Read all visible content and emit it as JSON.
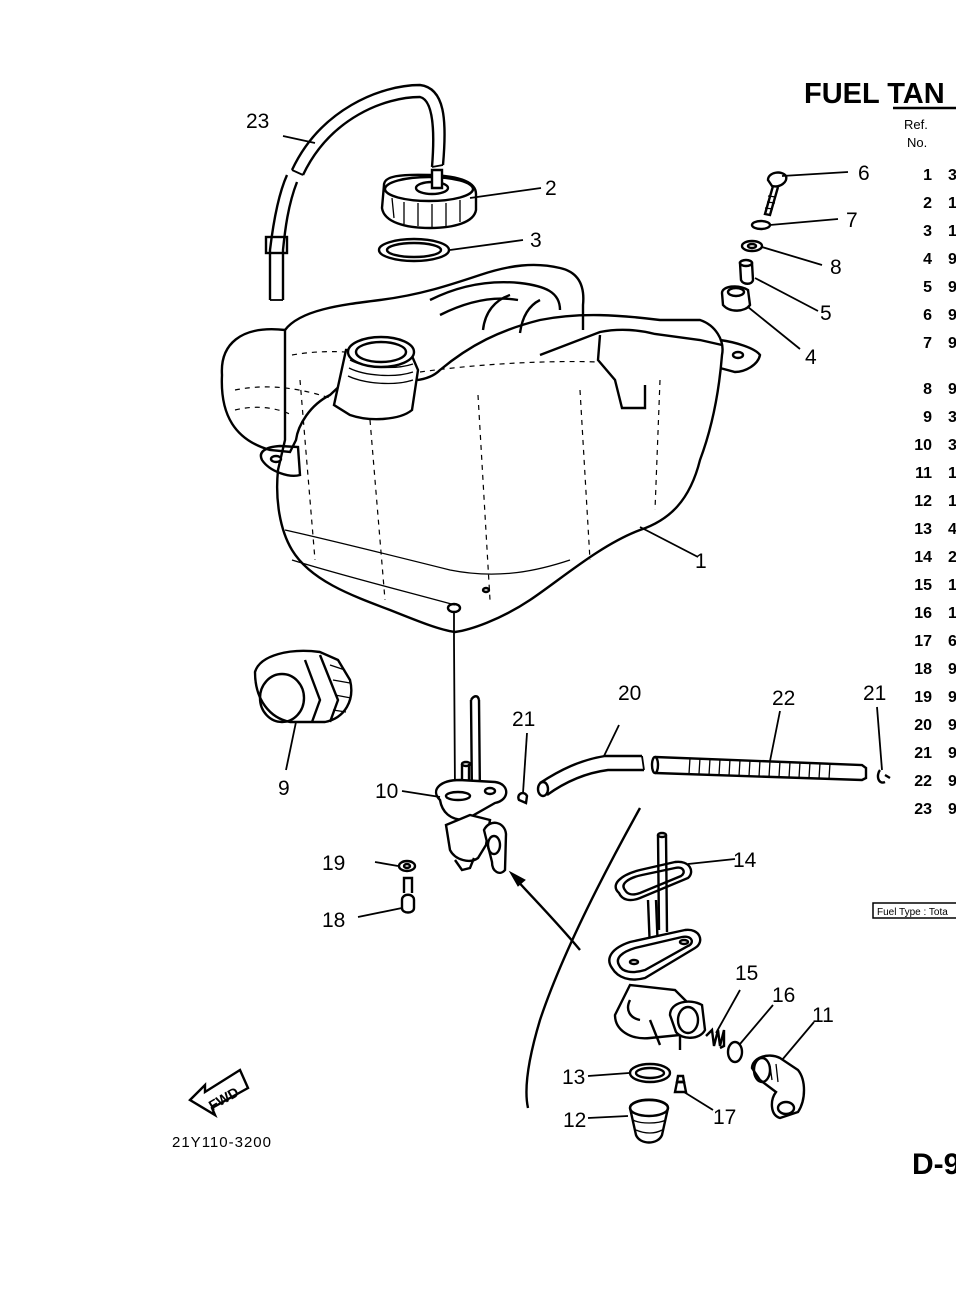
{
  "title": "FUEL TAN",
  "ref_header": {
    "ref": "Ref.",
    "no": "No."
  },
  "ref_rows": [
    {
      "no": "1",
      "cut": "3"
    },
    {
      "no": "2",
      "cut": "1"
    },
    {
      "no": "3",
      "cut": "1"
    },
    {
      "no": "4",
      "cut": "9"
    },
    {
      "no": "5",
      "cut": "9"
    },
    {
      "no": "6",
      "cut": "9"
    },
    {
      "no": "7",
      "cut": "9"
    },
    {
      "no": "8",
      "cut": "9"
    },
    {
      "no": "9",
      "cut": "3"
    },
    {
      "no": "10",
      "cut": "3"
    },
    {
      "no": "11",
      "cut": "1"
    },
    {
      "no": "12",
      "cut": "1"
    },
    {
      "no": "13",
      "cut": "4"
    },
    {
      "no": "14",
      "cut": "2"
    },
    {
      "no": "15",
      "cut": "1"
    },
    {
      "no": "16",
      "cut": "1"
    },
    {
      "no": "17",
      "cut": "6"
    },
    {
      "no": "18",
      "cut": "9"
    },
    {
      "no": "19",
      "cut": "9"
    },
    {
      "no": "20",
      "cut": "9"
    },
    {
      "no": "21",
      "cut": "9"
    },
    {
      "no": "22",
      "cut": "9"
    },
    {
      "no": "23",
      "cut": "9"
    }
  ],
  "callouts": {
    "c1": "1",
    "c2": "2",
    "c3": "3",
    "c4": "4",
    "c5": "5",
    "c6": "6",
    "c7": "7",
    "c8": "8",
    "c9": "9",
    "c10": "10",
    "c11": "11",
    "c12": "12",
    "c13": "13",
    "c14": "14",
    "c15": "15",
    "c16": "16",
    "c17": "17",
    "c18": "18",
    "c19": "19",
    "c20": "20",
    "c21a": "21",
    "c21b": "21",
    "c22": "22",
    "c23": "23"
  },
  "fuel_type_note": "Fuel Type : Tota",
  "fwd_label": "FWD",
  "drawing_code": "21Y110-3200",
  "page_code": "D-9"
}
